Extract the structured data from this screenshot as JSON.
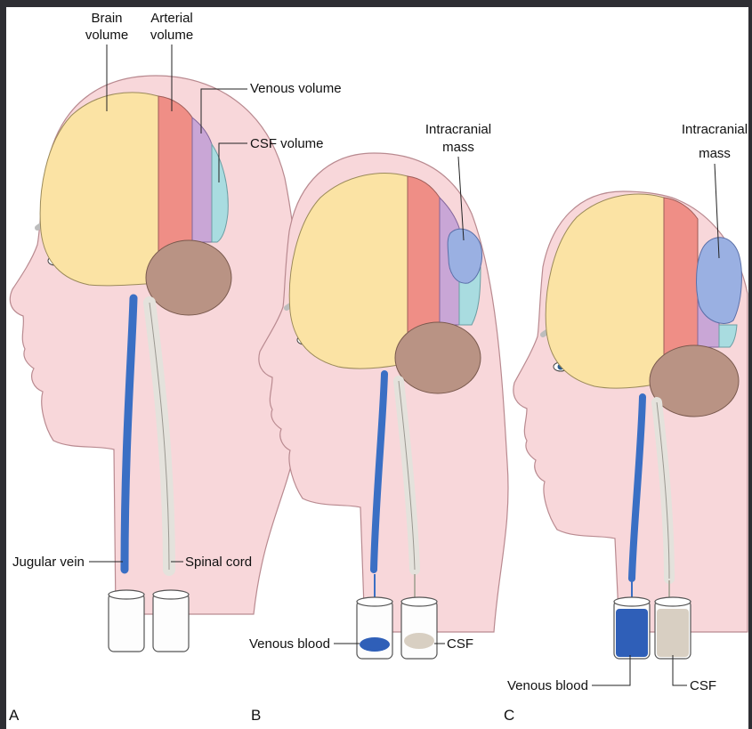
{
  "panels": [
    {
      "id": "A",
      "letter": "A",
      "labels": {
        "brain": [
          "Brain",
          "volume"
        ],
        "arterial": [
          "Arterial",
          "volume"
        ],
        "venous": "Venous volume",
        "csf": "CSF volume",
        "jugular": "Jugular vein",
        "spinal": "Spinal cord"
      }
    },
    {
      "id": "B",
      "letter": "B",
      "labels": {
        "mass": [
          "Intracranial",
          "mass"
        ],
        "venous_blood": "Venous blood",
        "csf": "CSF"
      }
    },
    {
      "id": "C",
      "letter": "C",
      "labels": {
        "mass": [
          "Intracranial",
          "mass"
        ],
        "venous_blood": "Venous blood",
        "csf": "CSF"
      }
    }
  ],
  "colors": {
    "skin": "#f8d7da",
    "skin_outline": "#b98a90",
    "brain": "#fbe3a4",
    "arterial": "#ef8e86",
    "venous": "#c9a6d6",
    "csf": "#a9dce0",
    "mass": "#9ab0e2",
    "cerebellum": "#b99384",
    "vein": "#3a6fc4",
    "spinal_cord": "#e4e2dc",
    "venous_blood": "#2f5fb8",
    "csf_fluid": "#d8cfc2"
  }
}
